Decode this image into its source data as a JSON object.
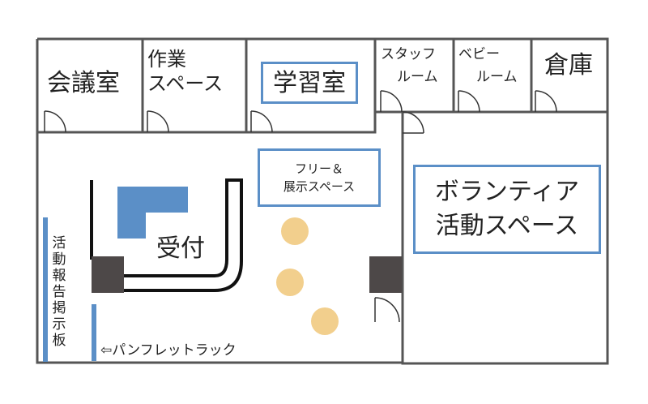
{
  "rooms": {
    "meeting": "会議室",
    "work_1": "作業",
    "work_2": "スペース",
    "study": "学習室",
    "staff_1": "スタッフ",
    "staff_2": "ルーム",
    "baby_1": "ベビー",
    "baby_2": "ルーム",
    "storage": "倉庫"
  },
  "areas": {
    "free_1": "フリー＆",
    "free_2": "展示スペース",
    "volunteer_1": "ボランティア",
    "volunteer_2": "活動スペース",
    "reception": "受付",
    "board": [
      "活",
      "動",
      "報",
      "告",
      "掲",
      "示",
      "板"
    ],
    "pamphlet": "⇦パンフレットラック"
  },
  "colors": {
    "wall": "#555555",
    "accent_blue": "#5b8fc7",
    "pillar": "#4d4848",
    "seat": "#f2cf8d"
  }
}
